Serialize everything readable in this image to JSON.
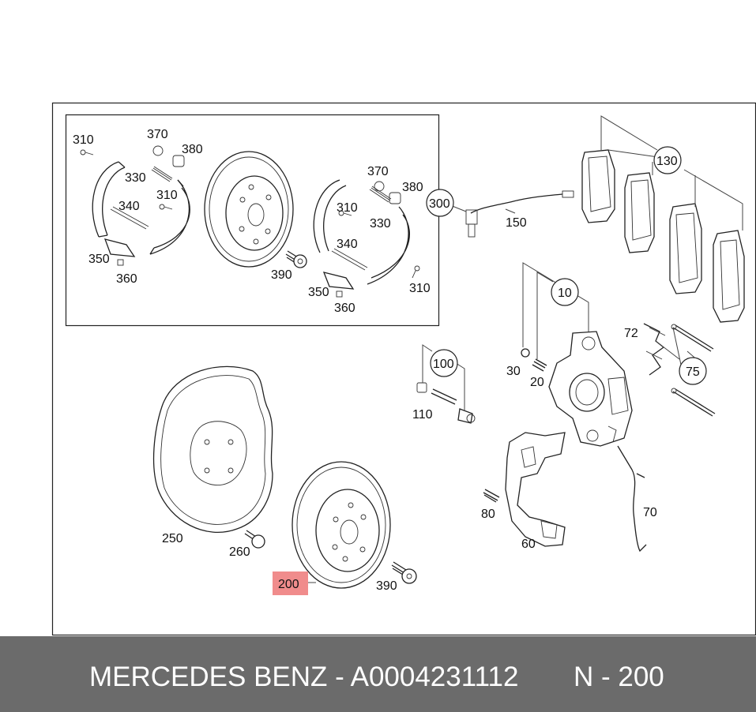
{
  "callouts": {
    "c310a": "310",
    "c370a": "370",
    "c380a": "380",
    "c330a": "330",
    "c310b": "310",
    "c340a": "340",
    "c350a": "350",
    "c360a": "360",
    "c370b": "370",
    "c380b": "380",
    "c310c": "310",
    "c330b": "330",
    "c340b": "340",
    "c390a": "390",
    "c350b": "350",
    "c360b": "360",
    "c310d": "310",
    "c300": "300",
    "c150": "150",
    "c130": "130",
    "c10": "10",
    "c30": "30",
    "c20": "20",
    "c72": "72",
    "c75": "75",
    "c100": "100",
    "c110": "110",
    "c250": "250",
    "c260": "260",
    "c200": "200",
    "c390b": "390",
    "c80": "80",
    "c60": "60",
    "c70": "70"
  },
  "highlight": {
    "part": "200",
    "color": "#f08c8c"
  },
  "footer": {
    "brand_part": "MERCEDES BENZ - A0004231112",
    "diagram_ref": "N - 200",
    "background": "#6b6b6b"
  }
}
